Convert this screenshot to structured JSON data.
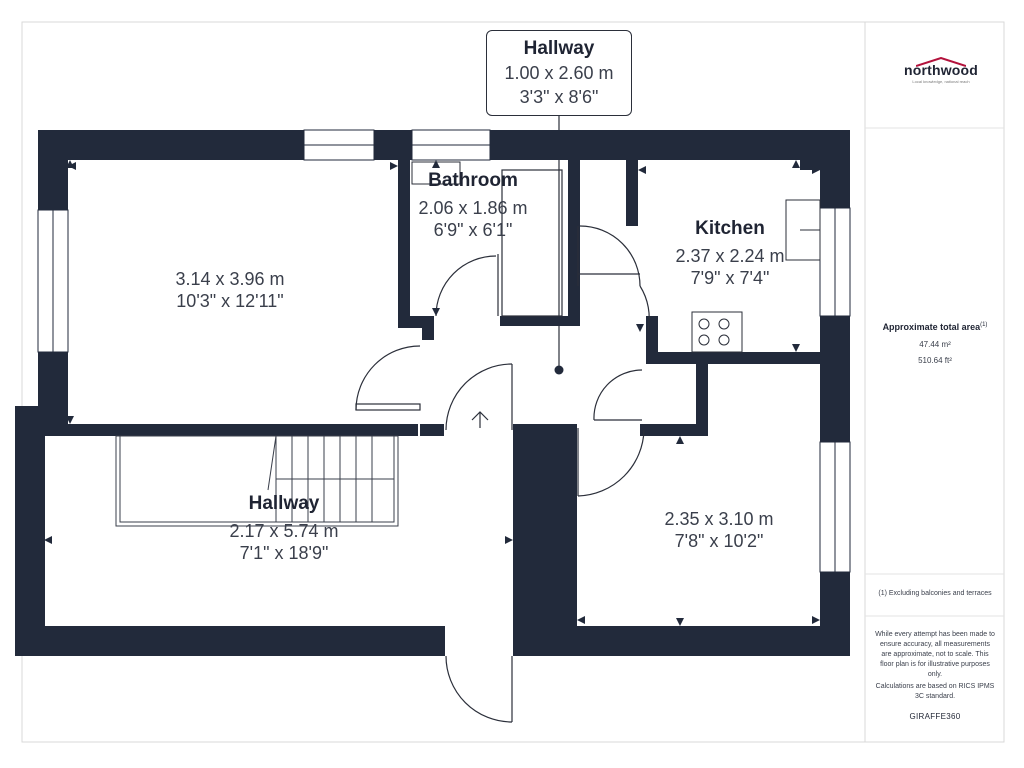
{
  "callout": {
    "name": "Hallway",
    "metric": "1.00 x 2.60 m",
    "imperial": "3'3\" x 8'6\""
  },
  "rooms": {
    "bedroom1": {
      "metric": "3.14 x 3.96 m",
      "imperial": "10'3\" x 12'11\""
    },
    "bathroom": {
      "name": "Bathroom",
      "metric": "2.06 x 1.86 m",
      "imperial": "6'9\" x 6'1\""
    },
    "kitchen": {
      "name": "Kitchen",
      "metric": "2.37 x 2.24 m",
      "imperial": "7'9\" x 7'4\""
    },
    "hallway": {
      "name": "Hallway",
      "metric": "2.17 x 5.74 m",
      "imperial": "7'1\" x 18'9\""
    },
    "bedroom2": {
      "metric": "2.35 x 3.10 m",
      "imperial": "7'8\" x 10'2\""
    }
  },
  "sidebar": {
    "logo_text": "northwood",
    "logo_tagline": "Local knowledge, national reach",
    "area_title": "Approximate total area",
    "area_note_mark": "(1)",
    "area_m2": "47.44 m²",
    "area_ft2": "510.64 ft²",
    "footnote": "(1) Excluding balconies and terraces",
    "disclaimer": "While every attempt has been made to ensure accuracy, all measurements are approximate, not to scale. This floor plan is for illustrative purposes only.",
    "calculation": "Calculations are based on RICS IPMS 3C standard.",
    "brand": "GIRAFFE360"
  },
  "colors": {
    "wall": "#222a3b",
    "text": "#2b2f3a",
    "border": "#d6d6d6"
  }
}
